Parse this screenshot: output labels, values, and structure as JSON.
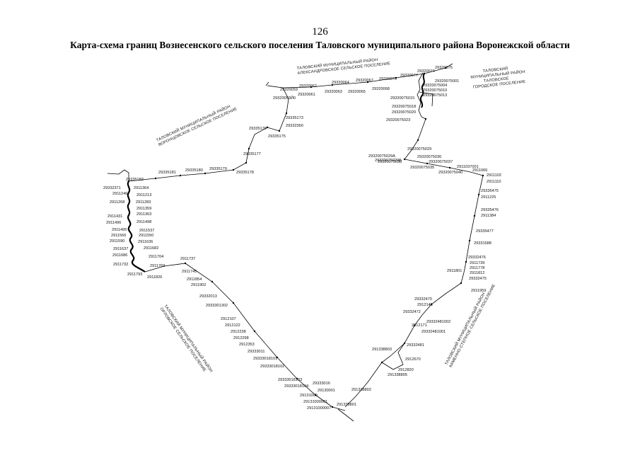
{
  "header": {
    "page_number": "126",
    "title": "Карта-схема границ Вознесенского сельского поселения Таловского муниципального района Воронежской области"
  },
  "colors": {
    "line": "#000000",
    "background": "#ffffff"
  },
  "neighbors": {
    "north": [
      "ТАЛОВСКИЙ МУНИЦИПАЛЬНЫЙ РАЙОН",
      "АЛЕКСАНДРОВСКОЕ СЕЛЬСКОЕ ПОСЕЛЕНИЕ"
    ],
    "northeast": [
      "ТАЛОВСКИЙ",
      "МУНИЦИПАЛЬНЫЙ РАЙОН",
      "ТАЛОВСКОЕ",
      "ГОРОДСКОЕ ПОСЕЛЕНИЕ"
    ],
    "northwest": [
      "ТАЛОВСКИЙ МУНИЦИПАЛЬНЫЙ РАЙОН",
      "ВОРОНЦОВСКОЕ СЕЛЬСКОЕ ПОСЕЛЕНИЕ"
    ],
    "southwest": [
      "ТАЛОВСКИЙ МУНИЦИПАЛЬНЫЙ РАЙОН",
      "ОРЛОВСКОЕ СЕЛЬСКОЕ ПОСЕЛЕНИЕ"
    ],
    "southeast": [
      "ТАЛОВСКИЙ МУНИЦИПАЛЬНЫЙ РАЙОН",
      "КАМЕННО-СТЕПНОЕ СЕЛЬСКОЕ ПОСЕЛЕНИЕ"
    ]
  },
  "point_labels": {
    "p01": "29320059",
    "p02": "29320059Й0",
    "p03": "29320062",
    "p04": "29320061",
    "p05": "29320064",
    "p06": "29320063",
    "p07": "29320067",
    "p08": "29320065",
    "p09": "29320073",
    "p10": "29320068",
    "p11": "29320077",
    "p12": "29320074",
    "p13": "29320075",
    "p14": "29320075004",
    "p15": "29320075001",
    "p16": "29320075010",
    "p17": "29320075013",
    "p18": "29320075015",
    "p19": "29320075018",
    "p20": "29320075020",
    "p21": "29320075023",
    "p22": "29335173",
    "p23": "29332360",
    "p24": "29335176",
    "p25": "29335175",
    "p26": "29335177",
    "p27": "29335178",
    "p28": "29335179",
    "p29": "29335180",
    "p30": "29335181",
    "p31": "29335182",
    "p32": "29332371",
    "p33": "2911364",
    "p34": "2911246",
    "p35": "2911213",
    "p36": "2911268",
    "p37": "2911283",
    "p38": "2911359",
    "p39": "2911363",
    "p40": "2911431",
    "p41": "2911496",
    "p42": "2911498",
    "p43": "2911495",
    "p44": "2911537",
    "p45": "2911566",
    "p46": "2911590",
    "p47": "2911550",
    "p48": "2911636",
    "p49": "2911637",
    "p50": "2911682",
    "p51": "2911686",
    "p52": "2911704",
    "p53": "2911737",
    "p54": "2911732",
    "p55": "2911769",
    "p56": "2911793",
    "p57": "2911745",
    "p58": "2911826",
    "p59": "2911854",
    "p60": "2911902",
    "p61": "29332013",
    "p62": "2933301302",
    "p63": "2912107",
    "p64": "2912122",
    "p65": "2912238",
    "p66": "2912298",
    "p67": "2912353",
    "p68": "29333011",
    "p69": "29333018101",
    "p70": "29333018102",
    "p71": "29333018103",
    "p72": "29333016",
    "p73": "29333018104",
    "p74": "29130001",
    "p75": "29131000",
    "p76": "29131000001",
    "p77": "29131000007",
    "p78": "291338801",
    "p79": "291338802",
    "p80": "291338803",
    "p81": "29332481",
    "p82": "2912670",
    "p83": "2912820",
    "p84": "291338805",
    "p85": "29332481001",
    "p86": "29332481002",
    "p87": "2912171",
    "p88": "29332472",
    "p89": "2912146",
    "p90": "29332470",
    "p91": "2911959",
    "p92": "29332475",
    "p93": "2911812",
    "p94": "2911778",
    "p95": "2911739",
    "p96": "2911801",
    "p97": "29332476",
    "p98": "29331588",
    "p99": "29335477",
    "p100": "29335476",
    "p101": "2911384",
    "p102": "2911225",
    "p103": "29335475",
    "p104": "2911110",
    "p105": "2911102",
    "p106": "2911066",
    "p107": "2911037001",
    "p108": "29320075037",
    "p109": "29320075036",
    "p110": "29320075040",
    "p111": "29320075035",
    "p112": "29320075038",
    "p113": "29320075029",
    "p114": "29320075029А",
    "p115": "29320075029Б"
  }
}
